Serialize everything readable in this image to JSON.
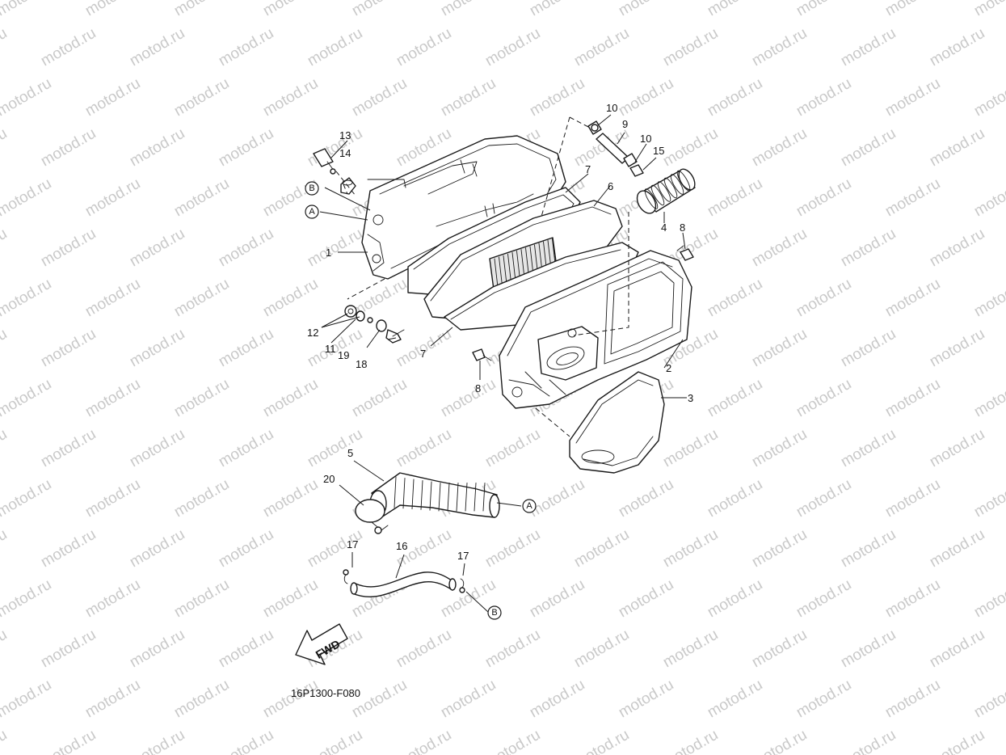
{
  "watermark": "motod.ru",
  "diagram_code": "16P1300-F080",
  "direction_label": "FWD",
  "ref_letters": [
    "A",
    "B"
  ],
  "callouts": [
    "1",
    "2",
    "3",
    "4",
    "5",
    "6",
    "7",
    "8",
    "9",
    "10",
    "11",
    "12",
    "13",
    "14",
    "15",
    "16",
    "17",
    "18",
    "19",
    "20"
  ],
  "colors": {
    "line": "#1a1a1a",
    "watermark": "#c9c9c9",
    "background": "#ffffff"
  }
}
